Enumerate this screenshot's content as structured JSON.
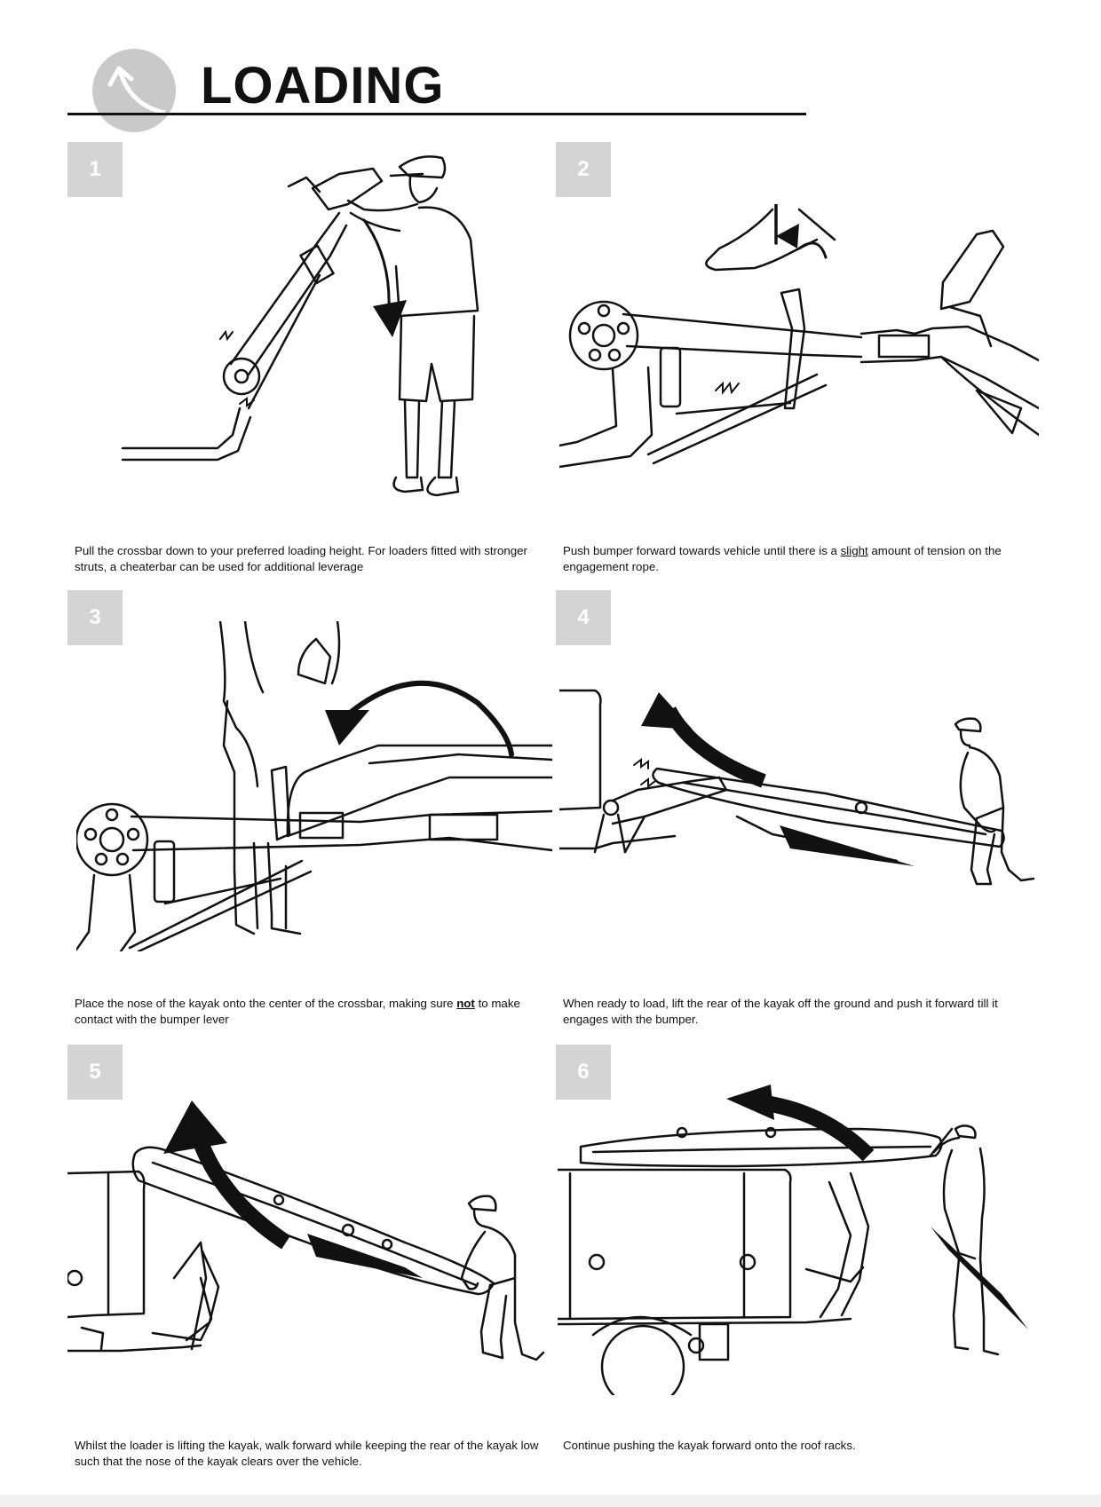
{
  "header": {
    "title": "LOADING",
    "icon": "loading-arrow-icon"
  },
  "steps": [
    {
      "number": "1",
      "caption": "Pull the crossbar down to your preferred loading height. For loaders fitted with stronger struts, a cheaterbar can be used for additional leverage"
    },
    {
      "number": "2",
      "caption_before": "Push bumper forward towards vehicle until there is a ",
      "caption_emphasis": "slight",
      "caption_after": " amount of tension on the engagement rope."
    },
    {
      "number": "3",
      "caption_before": "Place the nose of the kayak onto the center of the crossbar, making sure ",
      "caption_emphasis": "not",
      "caption_after": " to make contact with the bumper lever"
    },
    {
      "number": "4",
      "caption": "When ready to load, lift the rear of the kayak off the ground and push it forward till it engages with the bumper."
    },
    {
      "number": "5",
      "caption": "Whilst the loader is lifting the kayak, walk forward while keeping the rear of the kayak low such that the nose of the kayak clears over the vehicle."
    },
    {
      "number": "6",
      "caption": "Continue pushing the kayak forward onto the roof racks."
    }
  ],
  "colors": {
    "badge": "#d4d4d4",
    "header_icon": "#c9c9c9",
    "line_art": "#111111"
  }
}
